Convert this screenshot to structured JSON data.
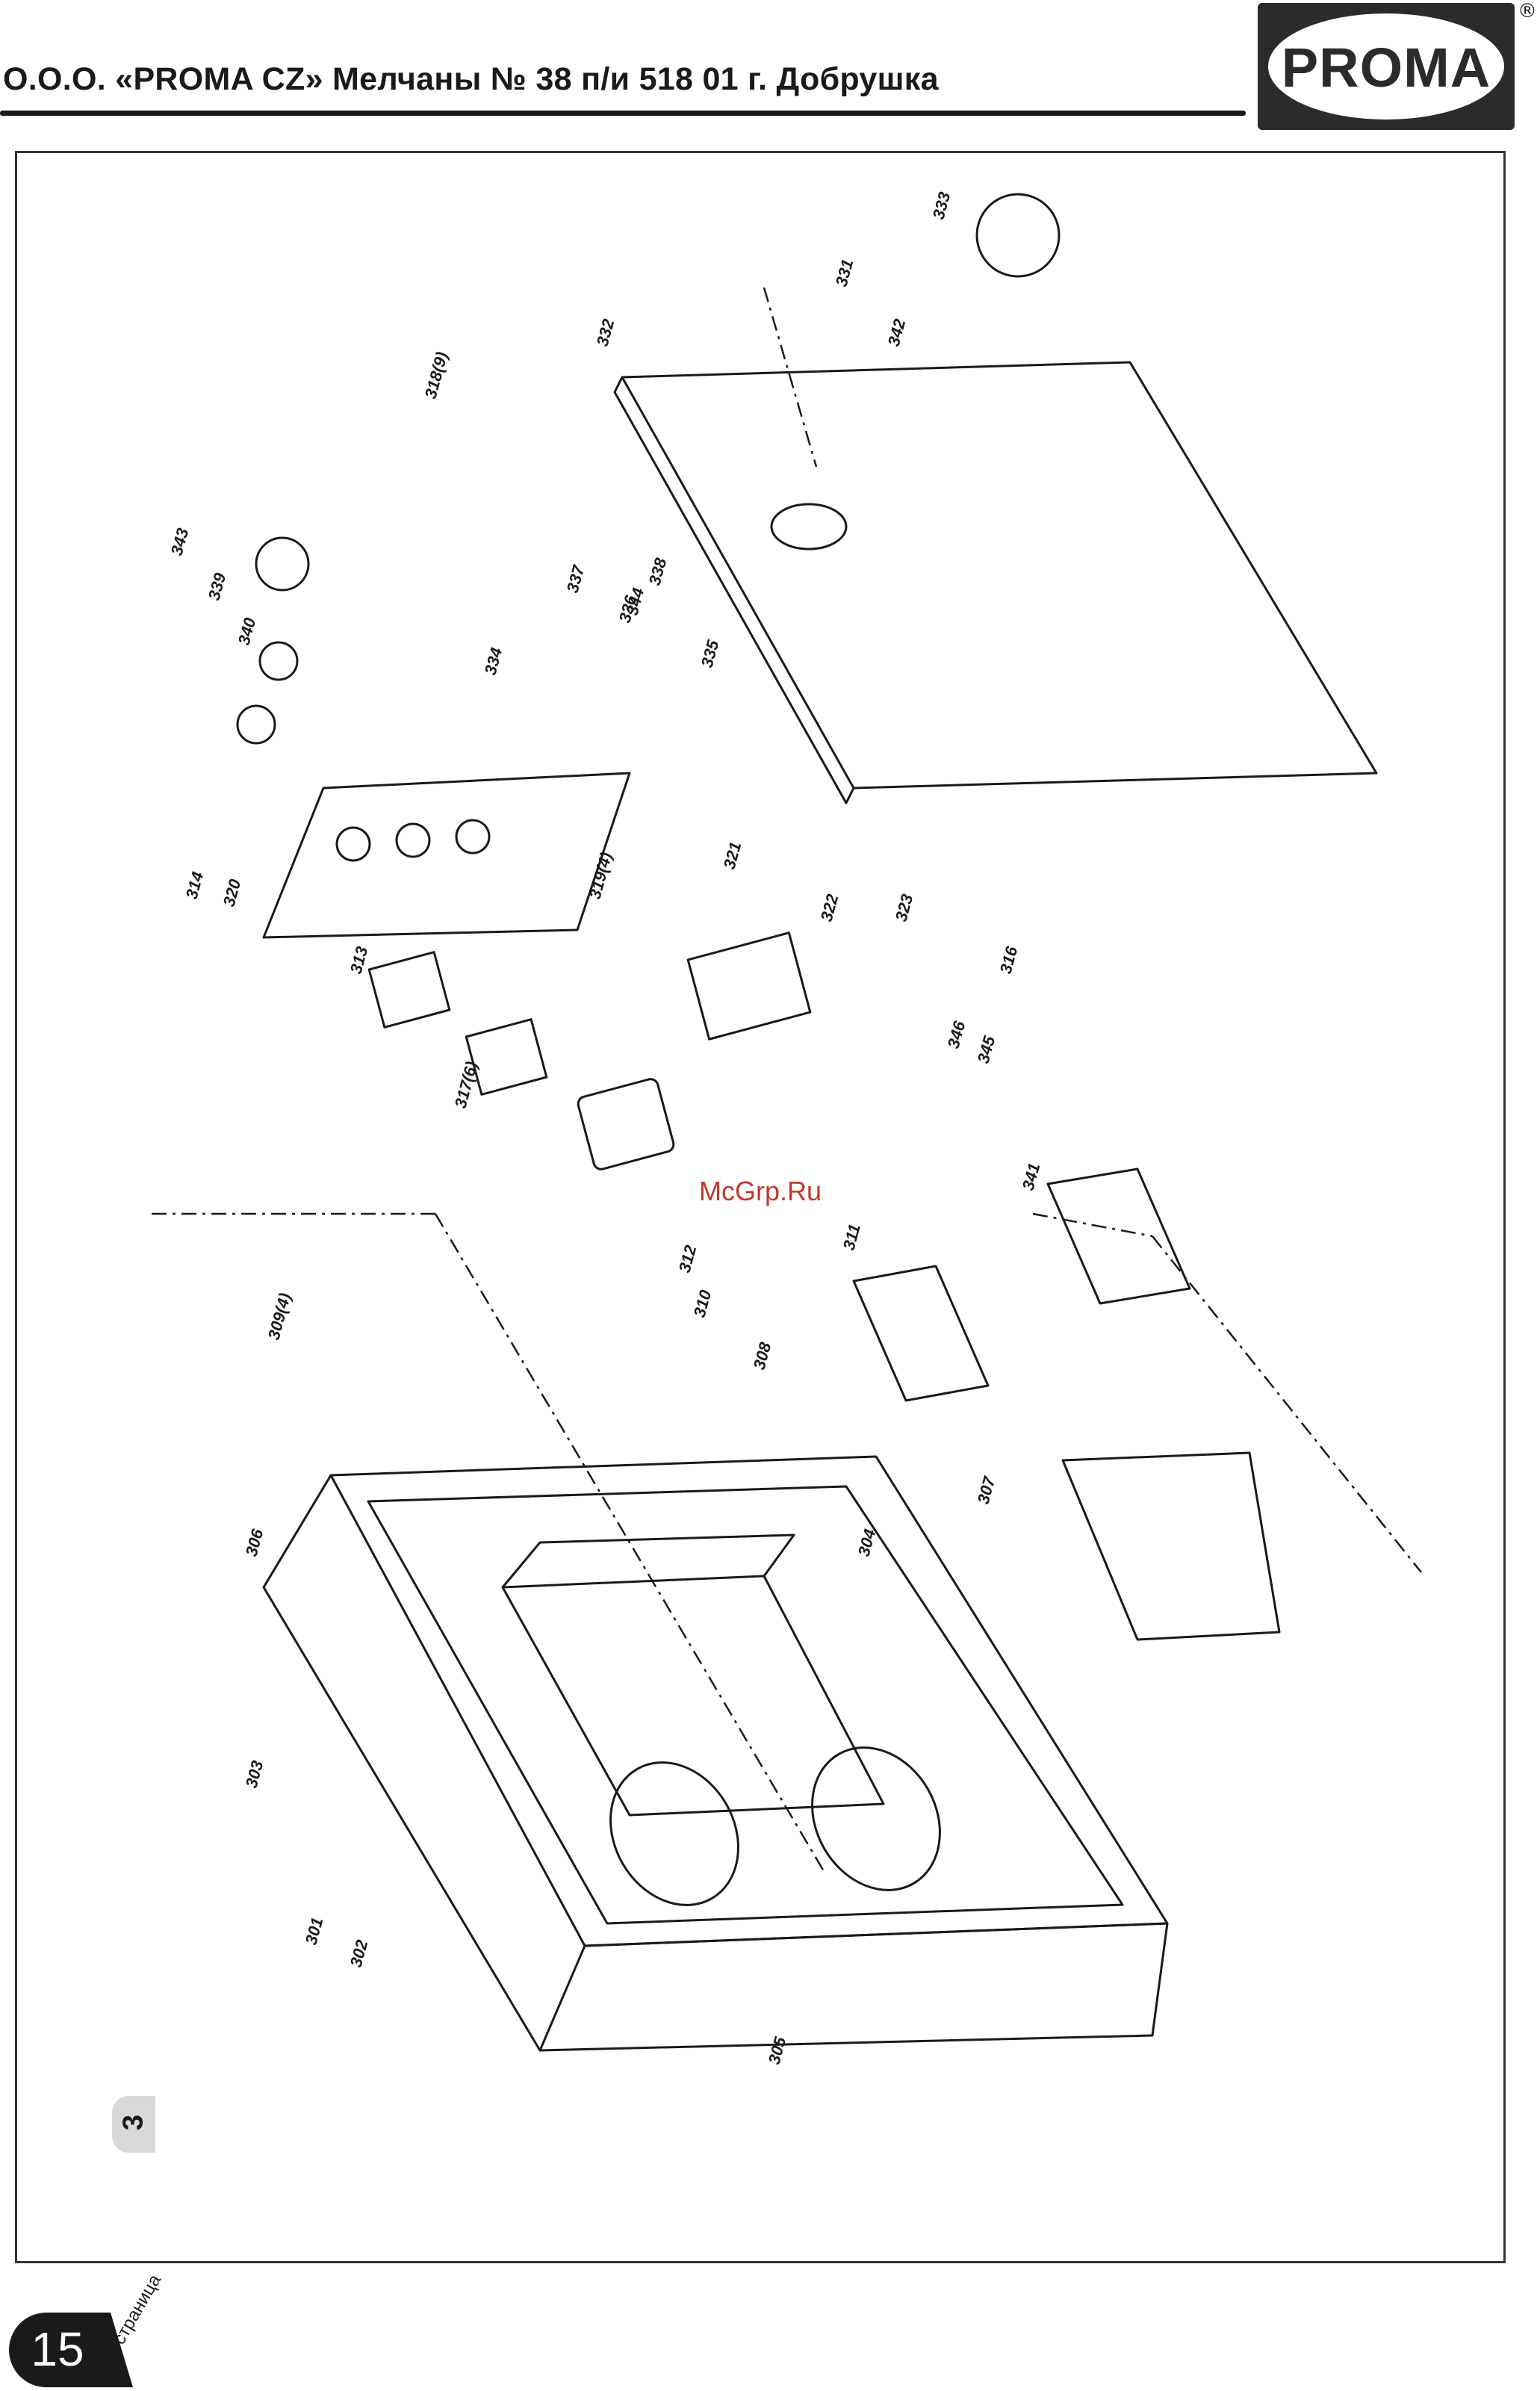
{
  "header": {
    "company_line": "О.О.О. «PROMA CZ» Мелчаны № 38 п/и 518 01 г. Добрушка"
  },
  "logo": {
    "text": "PROMA",
    "registered_mark": "®"
  },
  "watermark": "McGrp.Ru",
  "section_tab": "3",
  "footer": {
    "page_number": "15",
    "page_word": "страница"
  },
  "part_labels": [
    "301",
    "302",
    "303",
    "304",
    "305",
    "306",
    "307",
    "308",
    "309(4)",
    "310",
    "311",
    "312",
    "313",
    "314",
    "316",
    "317(6)",
    "318(9)",
    "319(4)",
    "320",
    "321",
    "322",
    "323",
    "331",
    "332",
    "333",
    "334",
    "335",
    "336",
    "337",
    "338",
    "339",
    "340",
    "341",
    "342",
    "343",
    "344",
    "345",
    "346"
  ]
}
